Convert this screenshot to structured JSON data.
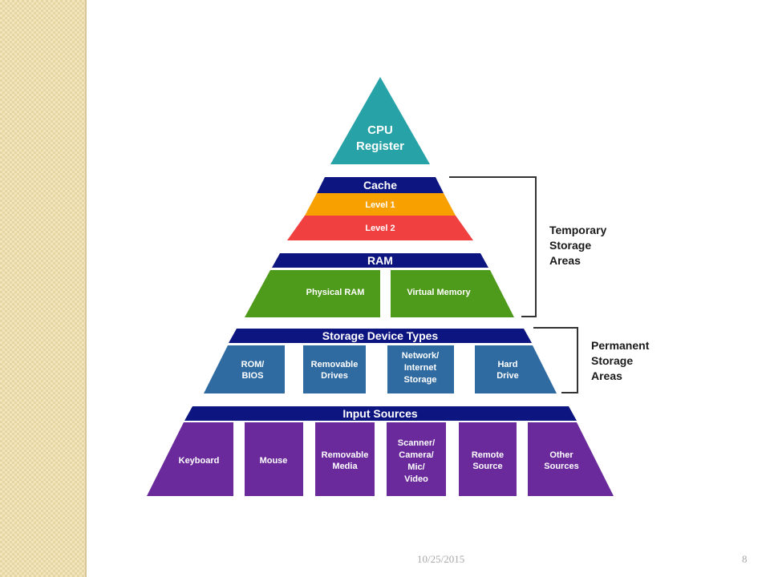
{
  "colors": {
    "apex": "#27a3a8",
    "band_header": "#0c1580",
    "cache_level1": "#f7a000",
    "cache_level2": "#f04040",
    "ram": "#4e9a1a",
    "storage": "#2f6aa0",
    "input": "#6a2a9c",
    "bracket": "#333333"
  },
  "pyramid": {
    "apex": {
      "line1": "CPU",
      "line2": "Register"
    },
    "cache": {
      "title": "Cache",
      "level1": "Level 1",
      "level2": "Level 2"
    },
    "ram": {
      "title": "RAM",
      "items": [
        "Physical RAM",
        "Virtual Memory"
      ]
    },
    "storage": {
      "title": "Storage Device Types",
      "items": [
        {
          "lines": [
            "ROM/",
            "BIOS"
          ]
        },
        {
          "lines": [
            "Removable",
            "Drives"
          ]
        },
        {
          "lines": [
            "Network/",
            "Internet",
            "Storage"
          ]
        },
        {
          "lines": [
            "Hard",
            "Drive"
          ]
        }
      ]
    },
    "input": {
      "title": "Input Sources",
      "items": [
        {
          "lines": [
            "Keyboard"
          ]
        },
        {
          "lines": [
            "Mouse"
          ]
        },
        {
          "lines": [
            "Removable",
            "Media"
          ]
        },
        {
          "lines": [
            "Scanner/",
            "Camera/",
            "Mic/",
            "Video"
          ]
        },
        {
          "lines": [
            "Remote",
            "Source"
          ]
        },
        {
          "lines": [
            "Other",
            "Sources"
          ]
        }
      ]
    }
  },
  "brackets": {
    "temporary": [
      "Temporary",
      "Storage",
      "Areas"
    ],
    "permanent": [
      "Permanent",
      "Storage",
      "Areas"
    ]
  },
  "footer": {
    "date": "10/25/2015",
    "page": "8"
  }
}
